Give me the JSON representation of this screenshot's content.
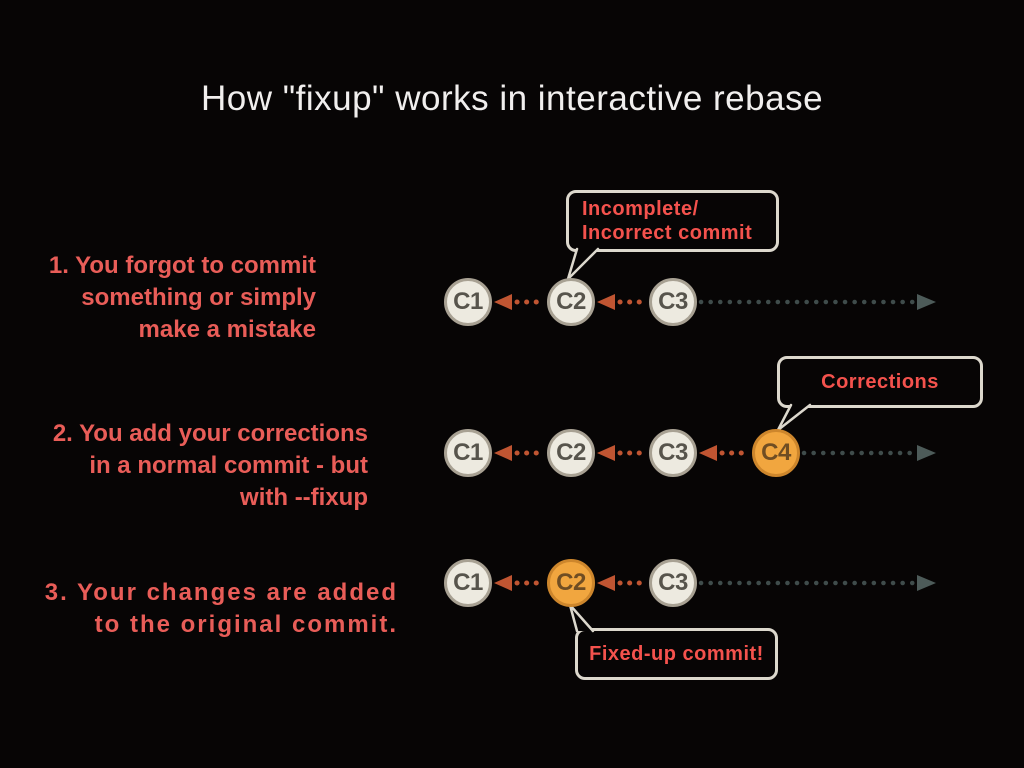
{
  "title": "How \"fixup\" works in interactive rebase",
  "steps": [
    {
      "lines": [
        "1. You forgot to commit",
        "something or simply",
        "make a mistake"
      ]
    },
    {
      "lines": [
        "2. You add your corrections",
        "in a normal commit - but",
        "with --fixup"
      ]
    },
    {
      "lines": [
        "3. Your changes are added",
        "to the original commit."
      ]
    }
  ],
  "callouts": {
    "incomplete": {
      "lines": [
        "Incomplete/",
        "Incorrect commit"
      ]
    },
    "corrections": {
      "label": "Corrections"
    },
    "fixedup": {
      "label": "Fixed-up commit!"
    }
  },
  "rows": [
    {
      "commits": [
        {
          "label": "C1"
        },
        {
          "label": "C2"
        },
        {
          "label": "C3"
        }
      ]
    },
    {
      "commits": [
        {
          "label": "C1"
        },
        {
          "label": "C2"
        },
        {
          "label": "C3"
        },
        {
          "label": "C4",
          "highlight": true
        }
      ]
    },
    {
      "commits": [
        {
          "label": "C1"
        },
        {
          "label": "C2",
          "highlight": true
        },
        {
          "label": "C3"
        }
      ]
    }
  ],
  "colors": {
    "background": "#070505",
    "title_text": "#f1efee",
    "step_text": "#e95d58",
    "callout_text": "#f4524d",
    "callout_border": "#dcd8cd",
    "commit_fill": "#edeae0",
    "commit_border": "#a8a193",
    "commit_text": "#57544c",
    "fixup_fill": "#f1a63f",
    "fixup_border": "#cd862c",
    "fixup_text": "#6f4d23",
    "arrow_orange": "#c05532",
    "trail_gray": "#3f4c4b",
    "trail_head": "#4d5b59"
  }
}
